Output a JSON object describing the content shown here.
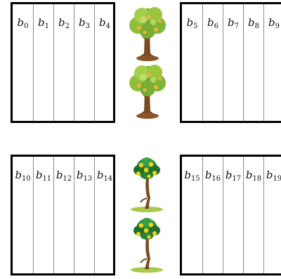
{
  "panels": [
    {
      "id": "top-left",
      "bins": [
        "b0",
        "b1",
        "b2",
        "b3",
        "b4"
      ]
    },
    {
      "id": "top-right",
      "bins": [
        "b5",
        "b6",
        "b7",
        "b8",
        "b9"
      ]
    },
    {
      "id": "bottom-left",
      "bins": [
        "b10",
        "b11",
        "b12",
        "b13",
        "b14"
      ]
    },
    {
      "id": "bottom-right",
      "bins": [
        "b15",
        "b16",
        "b17",
        "b18",
        "b19"
      ]
    }
  ],
  "trees": [
    {
      "kind": "pear-tree"
    },
    {
      "kind": "pear-tree"
    },
    {
      "kind": "lemon-tree"
    },
    {
      "kind": "lemon-tree"
    }
  ],
  "colors": {
    "frame": "#000000",
    "divider": "#8a8a8a",
    "pear_foliage": "#9bc53d",
    "pear_fruit": "#e8b43a",
    "trunk": "#7a4a22",
    "lemon_foliage": "#2f8f3a",
    "lemon_fruit": "#f2d21b",
    "grass": "#a8c94a"
  }
}
